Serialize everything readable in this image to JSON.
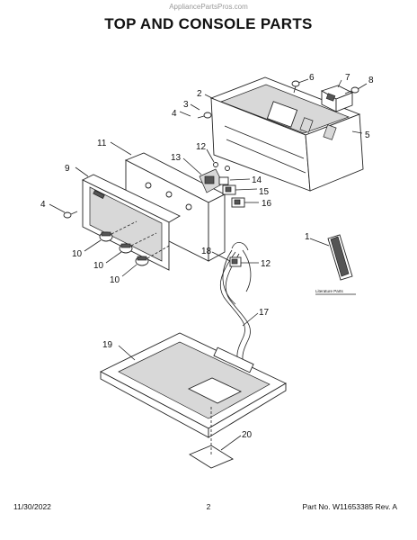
{
  "header": {
    "watermark": "AppliancePartsPros.com",
    "title": "TOP AND CONSOLE PARTS"
  },
  "callouts": {
    "c1": "1",
    "c2": "2",
    "c3": "3",
    "c4a": "4",
    "c4b": "4",
    "c5": "5",
    "c6": "6",
    "c7": "7",
    "c8": "8",
    "c9": "9",
    "c10a": "10",
    "c10b": "10",
    "c10c": "10",
    "c11": "11",
    "c12a": "12",
    "c12b": "12",
    "c13": "13",
    "c14": "14",
    "c15": "15",
    "c16": "16",
    "c17": "17",
    "c18": "18",
    "c19": "19",
    "c20": "20"
  },
  "literature_label": "Literature Parts",
  "footer": {
    "date": "11/30/2022",
    "page": "2",
    "part_no": "Part No. W11653385  Rev. A"
  },
  "icons": [
    "screw-icon",
    "knob-icon",
    "wire-harness-icon"
  ]
}
